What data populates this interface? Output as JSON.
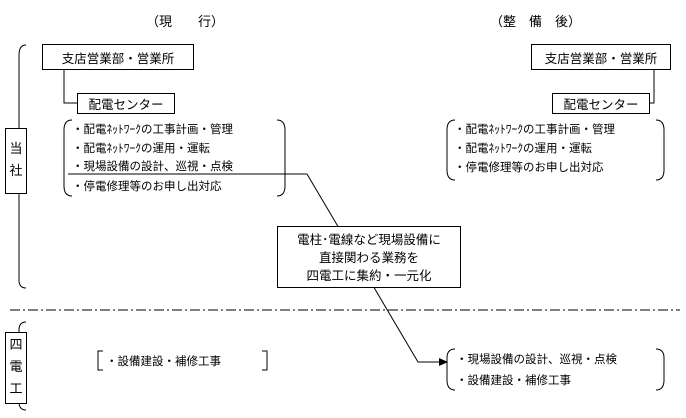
{
  "headers": {
    "current": "（現　　行）",
    "future": "（整　備　後）"
  },
  "side_labels": {
    "company": [
      "当",
      "社"
    ],
    "yondenko": [
      "四",
      "電",
      "工"
    ]
  },
  "current": {
    "branch_box": "支店営業部・営業所",
    "center_box": "配電センター",
    "items": [
      "・配電ﾈｯﾄﾜｰｸの工事計画・管理",
      "・配電ﾈｯﾄﾜｰｸの運用・運転",
      "・現場設備の設計、巡視・点検",
      "・停電修理等のお申し出対応"
    ],
    "yondenko_items": [
      "・設備建設・補修工事"
    ]
  },
  "future": {
    "branch_box": "支店営業部・営業所",
    "center_box": "配電センター",
    "items": [
      "・配電ﾈｯﾄﾜｰｸの工事計画・管理",
      "・配電ﾈｯﾄﾜｰｸの運用・運転",
      "・停電修理等のお申し出対応"
    ],
    "yondenko_items": [
      "・現場設備の設計、巡視・点検",
      "・設備建設・補修工事"
    ]
  },
  "note_lines": [
    "電柱･電線など現場設備に",
    "直接関わる業務を",
    "四電工に集約・一元化"
  ]
}
